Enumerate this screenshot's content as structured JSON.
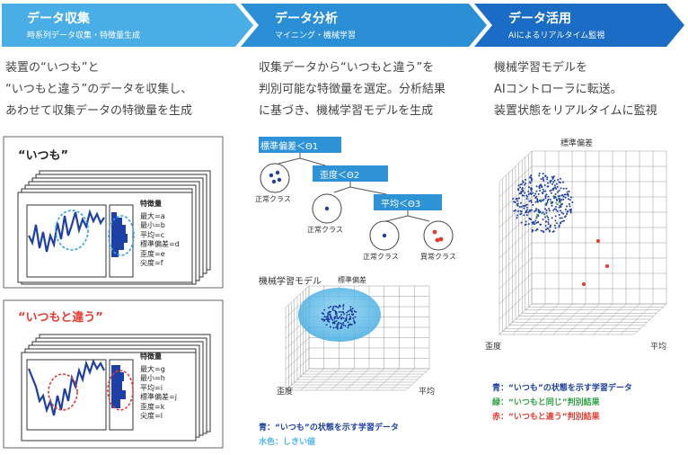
{
  "steps": [
    {
      "title": "データ収集",
      "subtitle": "時系列データ収集・特徴量生成"
    },
    {
      "title": "データ分析",
      "subtitle": "マイニング・機械学習"
    },
    {
      "title": "データ活用",
      "subtitle": "AIによるリアルタイム監視"
    }
  ],
  "descriptions": {
    "collect": [
      "装置の“いつも”と",
      "“いつもと違う”のデータを収集し、",
      "あわせて収集データの特徴量を生成"
    ],
    "analyze": [
      "収集データから“いつもと違う”を",
      "判別可能な特徴量を選定。分析結果",
      "に基づき、機械学習モデルを生成"
    ],
    "utilize": [
      "機械学習モデルを",
      "AIコントローラに転送。",
      "装置状態をリアルタイムに監視"
    ]
  },
  "normal_panel": {
    "label": "“いつも”",
    "feature_title": "特徴量",
    "features": [
      "最大=a",
      "最小=b",
      "平均=c",
      "標準偏差=d",
      "歪度=e",
      "尖度=f"
    ]
  },
  "abnormal_panel": {
    "label": "“いつもと違う”",
    "feature_title": "特徴量",
    "features": [
      "最大=g",
      "最小=h",
      "平均=i",
      "標準偏差=j",
      "歪度=k",
      "尖度=l"
    ]
  },
  "tree": {
    "cond1": "標準偏差＜Θ1",
    "cond2": "歪度＜Θ2",
    "cond3": "平均＜Θ3",
    "normal_class": "正常クラス",
    "abnormal_class": "異常クラス"
  },
  "model": {
    "title": "機械学習モデル",
    "axis_z": "標準偏差",
    "axis_x": "歪度",
    "axis_y": "平均",
    "legend_blue": "青：“いつも”の状態を示す学習データ",
    "legend_cyan": "水色：しきい値"
  },
  "monitor": {
    "axis_z": "標準偏差",
    "axis_x": "歪度",
    "axis_y": "平均",
    "legend_blue": "青：“いつも”の状態を示す学習データ",
    "legend_green": "緑：“いつもと同じ”判別結果",
    "legend_red": "赤：“いつもと違う”判別結果"
  },
  "colors": {
    "step1": "#4aaee6",
    "step2": "#2b8fd6",
    "step3": "#1a6cc4",
    "normal_dot": "#1d3f9e",
    "abnormal_dot": "#e53a2f",
    "green_dot": "#2ea043",
    "cyan": "#4fb8ea",
    "tree_box": "#2e93d6",
    "red_label": "#e53a2f"
  }
}
